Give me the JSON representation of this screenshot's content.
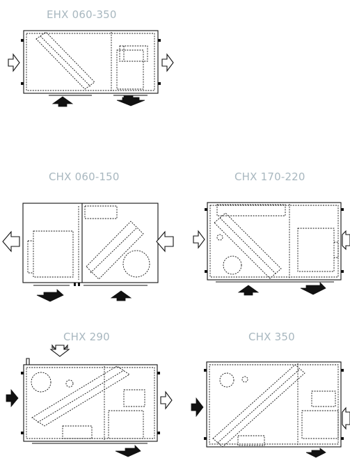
{
  "units": [
    {
      "id": "ehx-060-350",
      "label": "EHX 060-350"
    },
    {
      "id": "chx-060-150",
      "label": "CHX 060-150"
    },
    {
      "id": "chx-170-220",
      "label": "CHX 170-220"
    },
    {
      "id": "chx-290",
      "label": "CHX 290"
    },
    {
      "id": "chx-350",
      "label": "CHX 350"
    }
  ],
  "icons": {
    "open_arrow": "open-flow-arrow-icon",
    "filled_arrow": "filled-flow-arrow-icon"
  },
  "colors": {
    "label": "#a8b7bf",
    "line": "#111111",
    "background": "#ffffff"
  }
}
